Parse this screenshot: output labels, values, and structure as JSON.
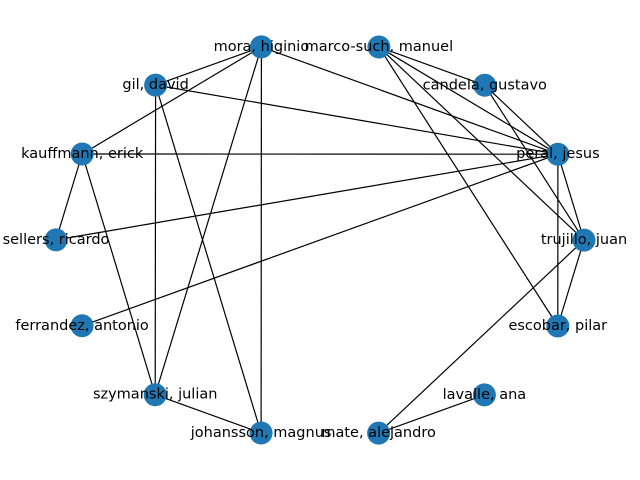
{
  "graph": {
    "node_color": "#1f77b4",
    "edge_color": "#000000",
    "nodes": [
      {
        "id": "marco",
        "label": "marco-such, manuel"
      },
      {
        "id": "candela",
        "label": "candela, gustavo"
      },
      {
        "id": "peral",
        "label": "peral, jesus"
      },
      {
        "id": "trujillo",
        "label": "trujillo, juan"
      },
      {
        "id": "escobar",
        "label": "escobar, pilar"
      },
      {
        "id": "lavalle",
        "label": "lavalle, ana"
      },
      {
        "id": "mate",
        "label": "mate, alejandro"
      },
      {
        "id": "johansson",
        "label": "johansson, magnus"
      },
      {
        "id": "szymanski",
        "label": "szymanski, julian"
      },
      {
        "id": "ferrandez",
        "label": "ferrandez, antonio"
      },
      {
        "id": "sellers",
        "label": "sellers, ricardo"
      },
      {
        "id": "kauffmann",
        "label": "kauffmann, erick"
      },
      {
        "id": "gil",
        "label": "gil, david"
      },
      {
        "id": "mora",
        "label": "mora, higinio"
      }
    ],
    "edges": [
      [
        "marco",
        "candela"
      ],
      [
        "marco",
        "peral"
      ],
      [
        "marco",
        "trujillo"
      ],
      [
        "marco",
        "escobar"
      ],
      [
        "candela",
        "peral"
      ],
      [
        "candela",
        "trujillo"
      ],
      [
        "peral",
        "trujillo"
      ],
      [
        "peral",
        "escobar"
      ],
      [
        "peral",
        "mora"
      ],
      [
        "peral",
        "gil"
      ],
      [
        "peral",
        "kauffmann"
      ],
      [
        "peral",
        "sellers"
      ],
      [
        "peral",
        "ferrandez"
      ],
      [
        "trujillo",
        "escobar"
      ],
      [
        "trujillo",
        "mate"
      ],
      [
        "lavalle",
        "mate"
      ],
      [
        "mora",
        "gil"
      ],
      [
        "mora",
        "kauffmann"
      ],
      [
        "mora",
        "szymanski"
      ],
      [
        "mora",
        "johansson"
      ],
      [
        "gil",
        "szymanski"
      ],
      [
        "gil",
        "johansson"
      ],
      [
        "kauffmann",
        "sellers"
      ],
      [
        "kauffmann",
        "szymanski"
      ],
      [
        "szymanski",
        "johansson"
      ]
    ]
  }
}
